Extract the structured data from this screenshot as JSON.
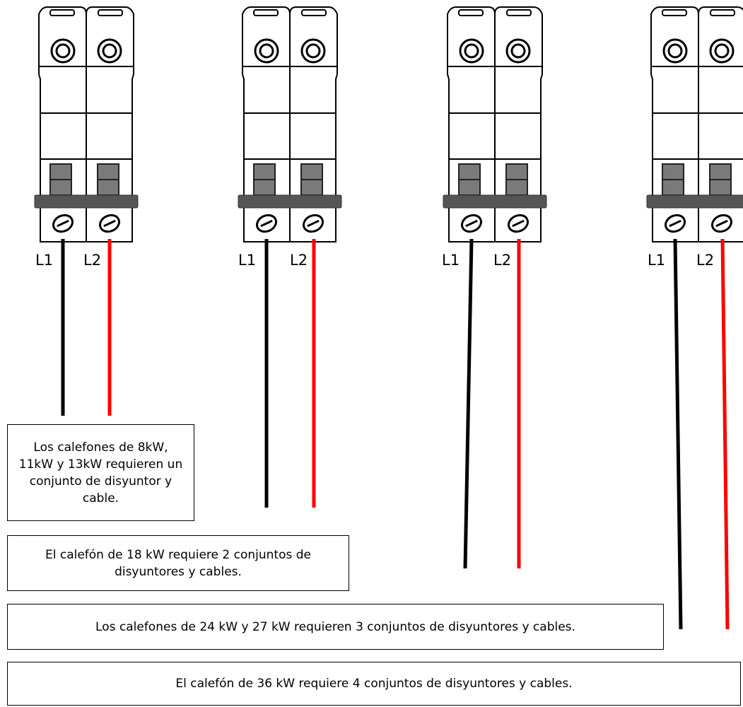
{
  "breakers": [
    {
      "l1": "L1",
      "l2": "L2"
    },
    {
      "l1": "L1",
      "l2": "L2"
    },
    {
      "l1": "L1",
      "l2": "L2"
    },
    {
      "l1": "L1",
      "l2": "L2"
    }
  ],
  "notes": [
    "Los calefones de 8kW, 11kW y 13kW requieren un conjunto de disyuntor y cable.",
    "El calefón de 18 kW requiere 2 conjuntos de disyuntores y cables.",
    "Los calefones de 24 kW y 27 kW requieren 3 conjuntos de disyuntores y cables.",
    "El calefón de 36 kW requiere 4 conjuntos de disyuntores y cables."
  ],
  "colors": {
    "l1_wire": "#000000",
    "l2_wire": "#ff0000",
    "bar": "#555555"
  }
}
